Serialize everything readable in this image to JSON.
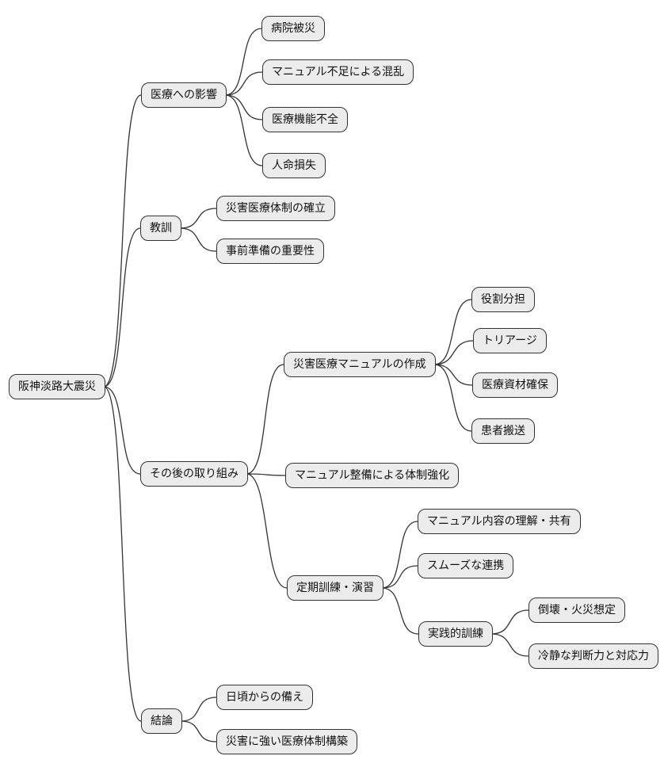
{
  "colors": {
    "background": "#ffffff",
    "node_fill": "#ececec",
    "node_border": "#333333",
    "edge": "#333333",
    "text": "#111111"
  },
  "mindmap": {
    "root": {
      "label": "阪神淡路大震災"
    },
    "branches": [
      {
        "label": "医療への影響",
        "children": [
          {
            "label": "病院被災"
          },
          {
            "label": "マニュアル不足による混乱"
          },
          {
            "label": "医療機能不全"
          },
          {
            "label": "人命損失"
          }
        ]
      },
      {
        "label": "教訓",
        "children": [
          {
            "label": "災害医療体制の確立"
          },
          {
            "label": "事前準備の重要性"
          }
        ]
      },
      {
        "label": "その後の取り組み",
        "children": [
          {
            "label": "災害医療マニュアルの作成",
            "children": [
              {
                "label": "役割分担"
              },
              {
                "label": "トリアージ"
              },
              {
                "label": "医療資材確保"
              },
              {
                "label": "患者搬送"
              }
            ]
          },
          {
            "label": "マニュアル整備による体制強化"
          },
          {
            "label": "定期訓練・演習",
            "children": [
              {
                "label": "マニュアル内容の理解・共有"
              },
              {
                "label": "スムーズな連携"
              },
              {
                "label": "実践的訓練",
                "children": [
                  {
                    "label": "倒壊・火災想定"
                  },
                  {
                    "label": "冷静な判断力と対応力"
                  }
                ]
              }
            ]
          }
        ]
      },
      {
        "label": "結論",
        "children": [
          {
            "label": "日頃からの備え"
          },
          {
            "label": "災害に強い医療体制構築"
          }
        ]
      }
    ]
  }
}
